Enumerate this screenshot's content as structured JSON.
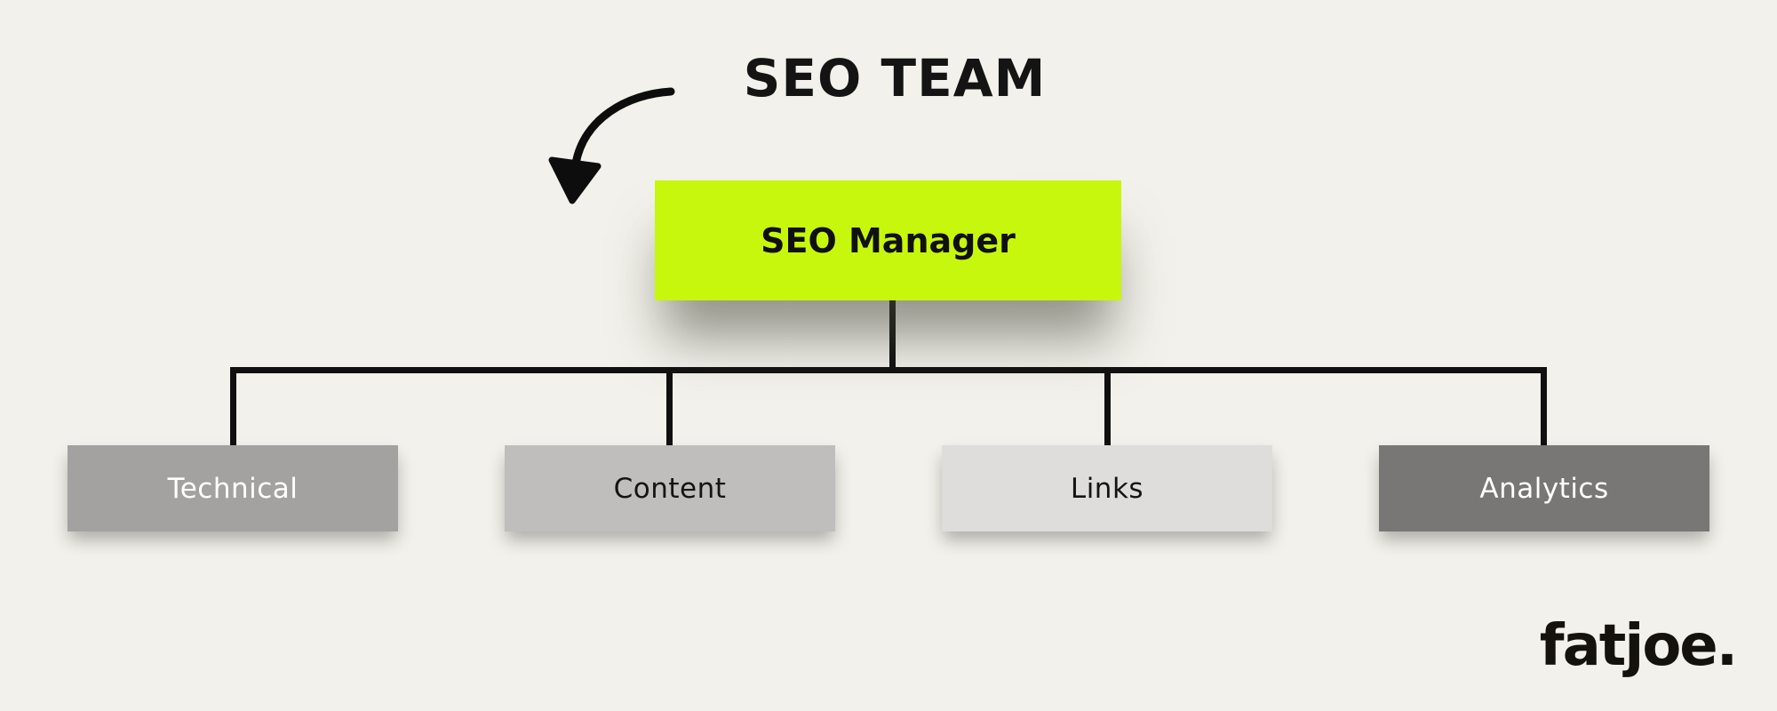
{
  "title": "SEO TEAM",
  "org_chart": {
    "root": {
      "label": "SEO Manager",
      "bg": "#C7F70C",
      "fg": "#101010"
    },
    "children": [
      {
        "label": "Technical",
        "bg": "#A3A2A0",
        "fg": "#FFFFFF"
      },
      {
        "label": "Content",
        "bg": "#BFBEBC",
        "fg": "#141414"
      },
      {
        "label": "Links",
        "bg": "#DEDDDB",
        "fg": "#141414"
      },
      {
        "label": "Analytics",
        "bg": "#787775",
        "fg": "#FFFFFF"
      }
    ]
  },
  "branding": {
    "logo_text": "fatjoe."
  },
  "colors": {
    "background": "#F2F1EB",
    "connector_line": "#101010",
    "title_text": "#141414",
    "accent_green": "#C7F70C"
  }
}
